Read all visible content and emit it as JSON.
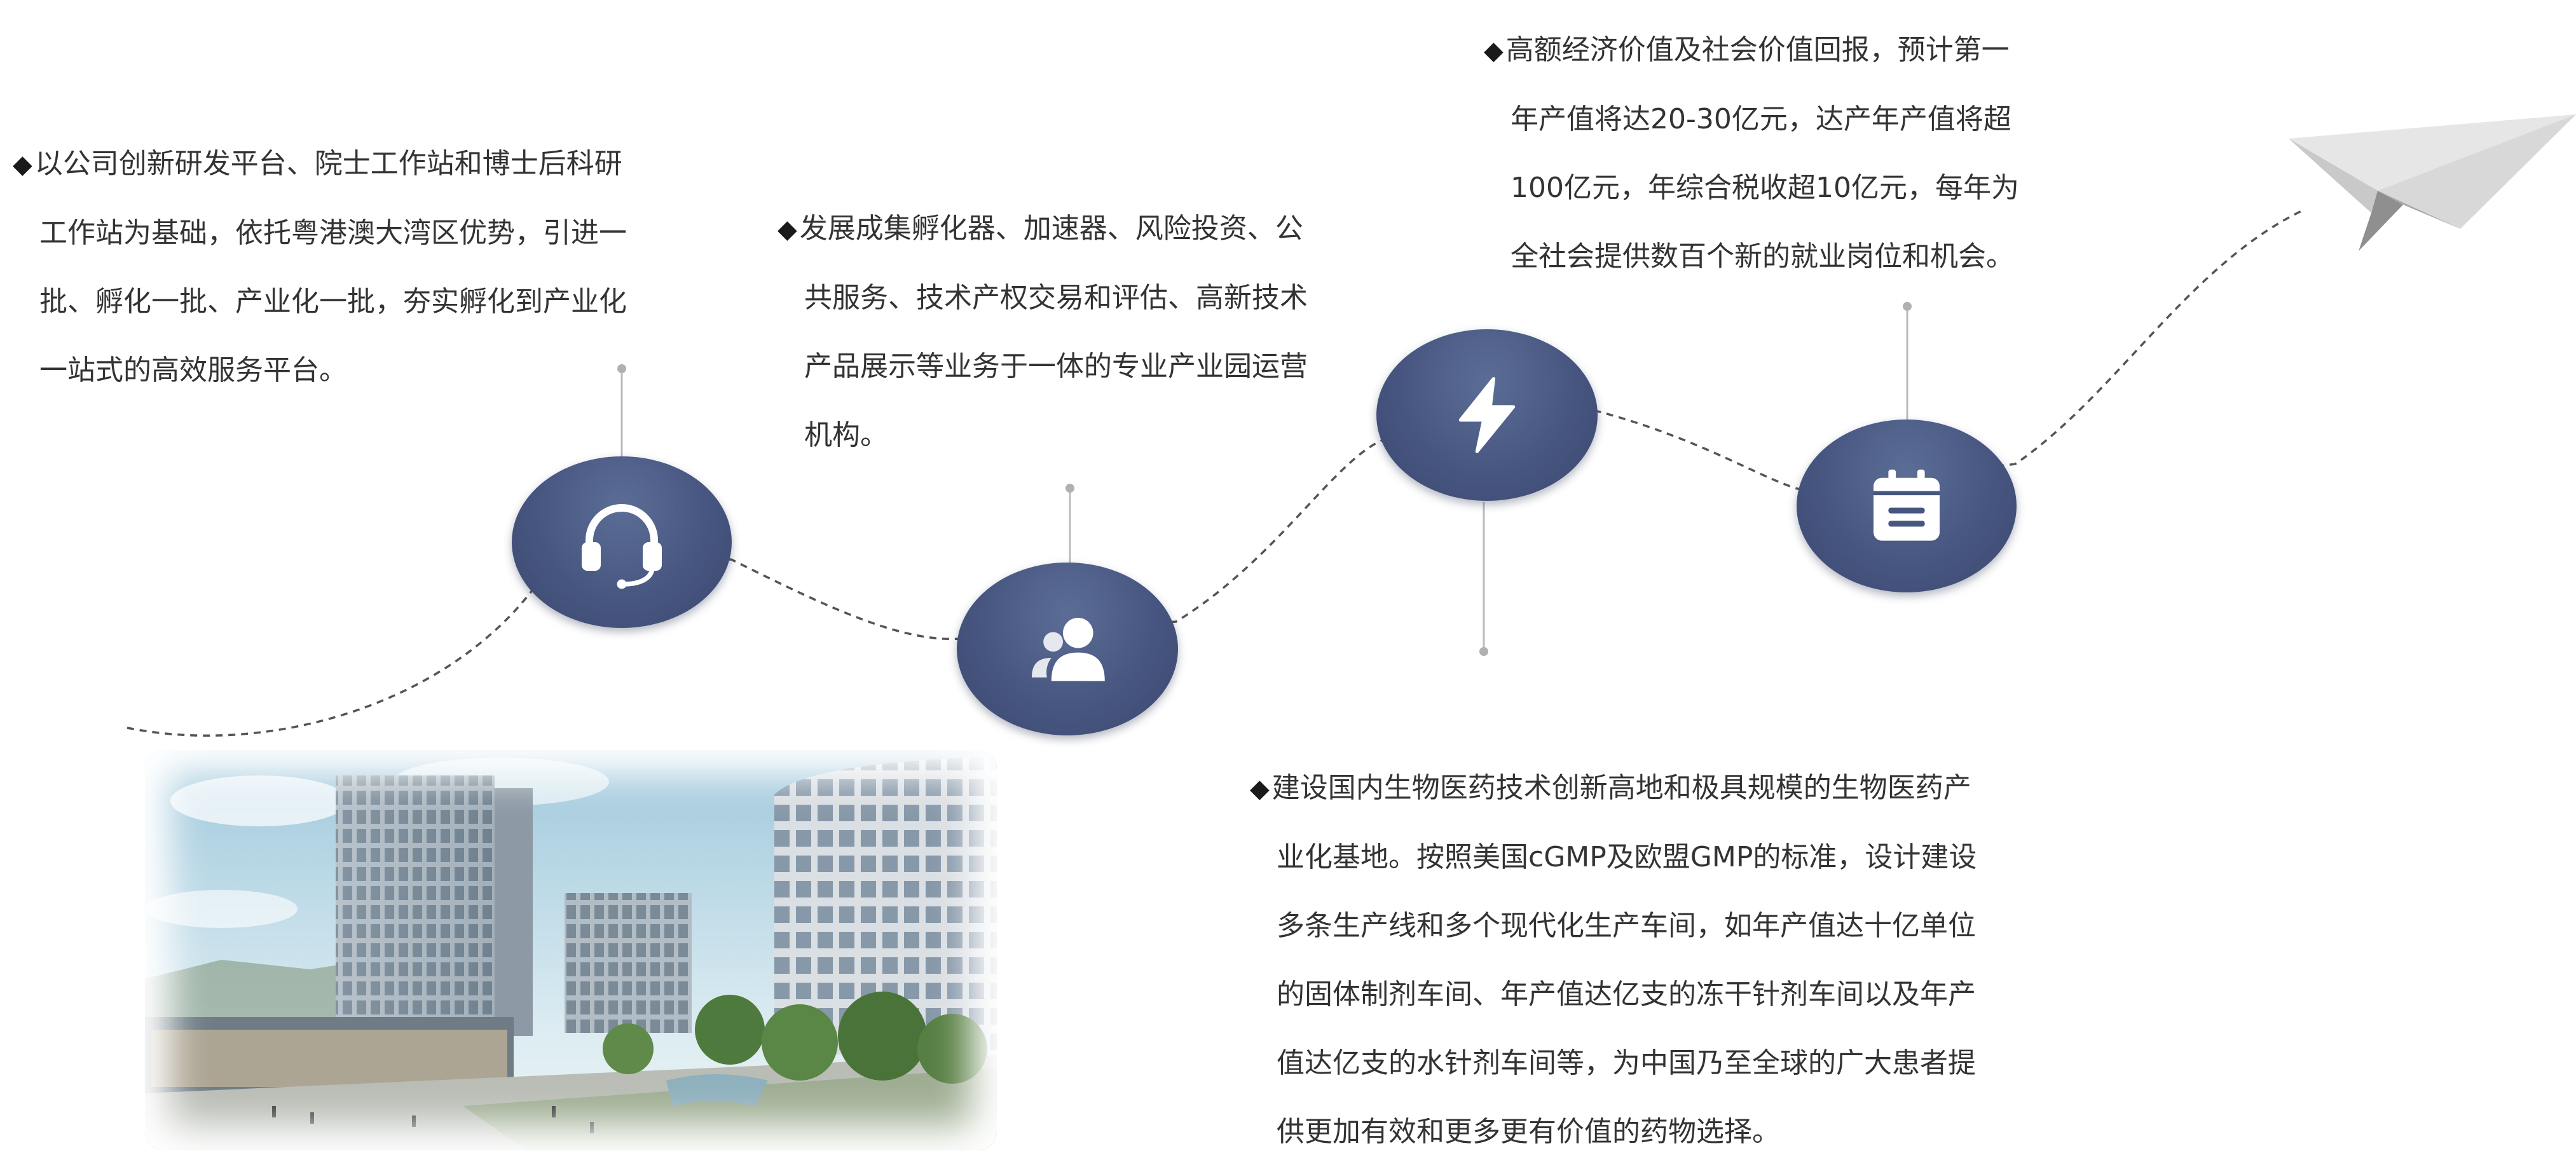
{
  "colors": {
    "node_fill": "#475680",
    "connector": "#666666",
    "text": "#333333",
    "plane": "#b5b5b5"
  },
  "milestones": [
    {
      "icon": "headset-icon",
      "lines": [
        "以公司创新研发平台、院士工作站和博士后科研",
        "工作站为基础，依托粤港澳大湾区优势，引进一",
        "批、孵化一批、产业化一批，夯实孵化到产业化",
        "一站式的高效服务平台。"
      ]
    },
    {
      "icon": "users-icon",
      "lines": [
        "发展成集孵化器、加速器、风险投资、公",
        "共服务、技术产权交易和评估、高新技术",
        "产品展示等业务于一体的专业产业园运营",
        "机构。"
      ]
    },
    {
      "icon": "lightning-icon",
      "lines": [
        "建设国内生物医药技术创新高地和极具规模的生物医药产",
        "业化基地。按照美国cGMP及欧盟GMP的标准，设计建设",
        "多条生产线和多个现代化生产车间，如年产值达十亿单位",
        "的固体制剂车间、年产值达亿支的冻干针剂车间以及年产",
        "值达亿支的水针剂车间等，为中国乃至全球的广大患者提",
        "供更加有效和更多更有价值的药物选择。"
      ]
    },
    {
      "icon": "calendar-icon",
      "lines": [
        "高额经济价值及社会价值回报，预计第一",
        "年产值将达20-30亿元，达产年产值将超",
        "100亿元，年综合税收超10亿元，每年为",
        "全社会提供数百个新的就业岗位和机会。"
      ]
    }
  ],
  "bullet_symbol": "◆"
}
